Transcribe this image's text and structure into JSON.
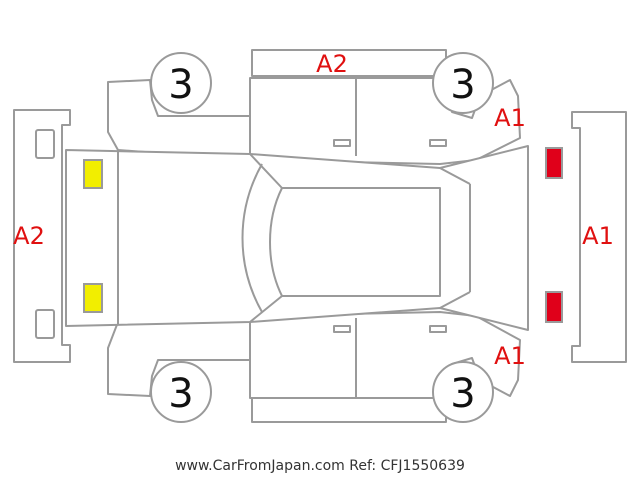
{
  "damage_marks": {
    "roof_top": "A2",
    "front_bumper": "A2",
    "rear_top_corner": "A1",
    "rear_bumper": "A1",
    "rear_bottom_corner": "A1"
  },
  "wheel_grades": {
    "front_left": "3",
    "rear_left": "3",
    "front_right": "3",
    "rear_right": "3"
  },
  "colors": {
    "outline": "#9a9a9a",
    "mark_text": "#e01010",
    "front_lights": "#f2ee00",
    "rear_lights": "#e0001a"
  },
  "footer": {
    "text": "www.CarFromJapan.com Ref: CFJ1550639"
  }
}
